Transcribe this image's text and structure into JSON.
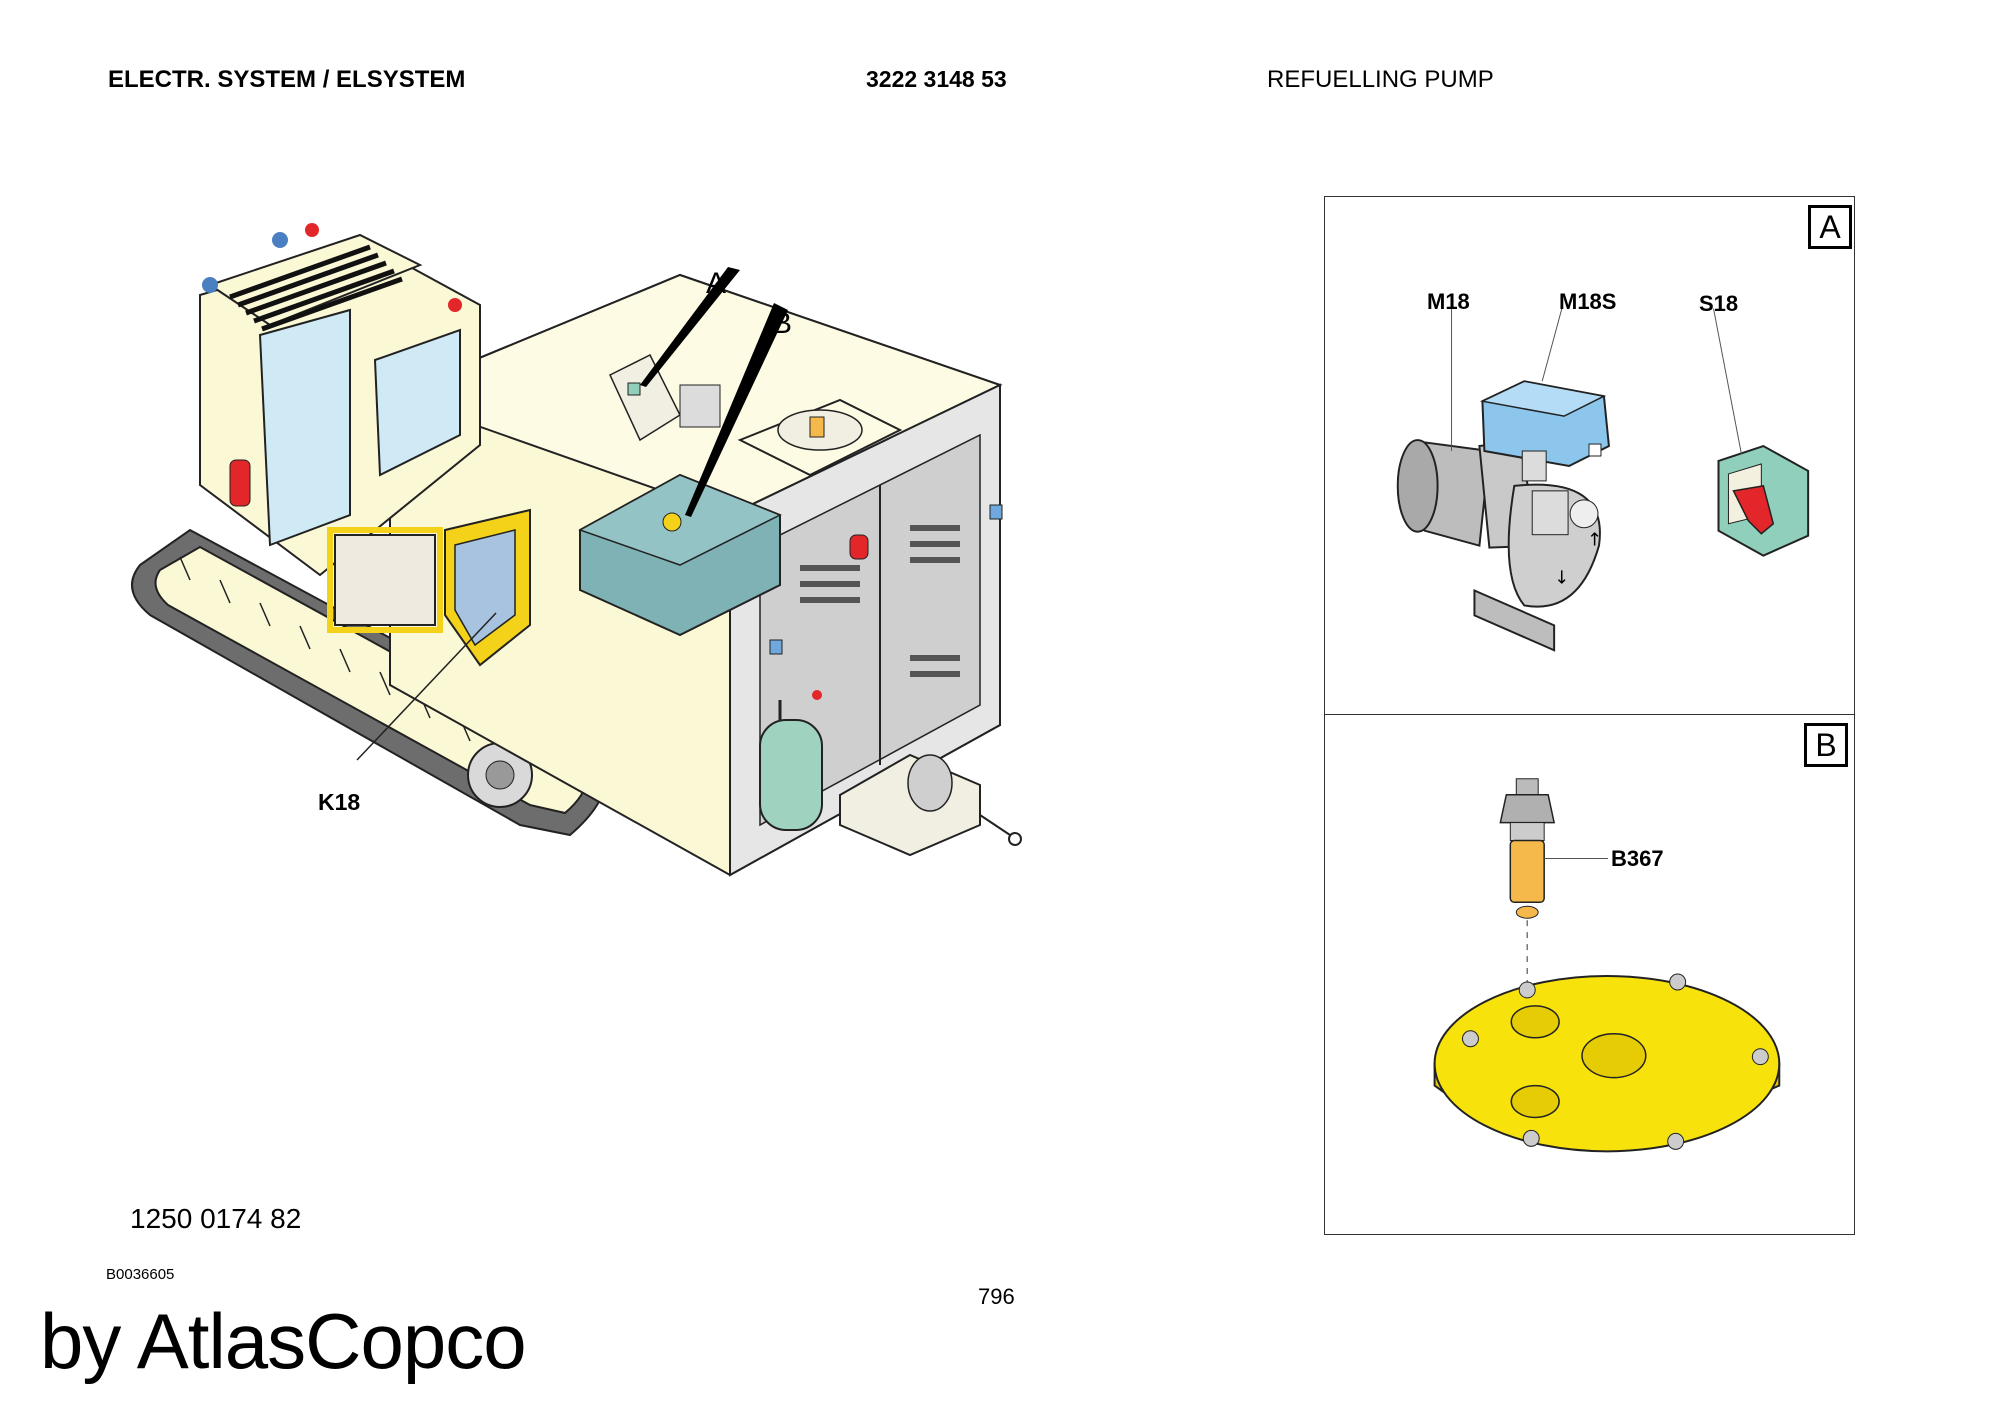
{
  "header": {
    "section": "ELECTR. SYSTEM / ELSYSTEM",
    "part_number": "3222 3148 53",
    "title": "REFUELLING PUMP"
  },
  "main_view": {
    "callout_a": "A",
    "callout_b": "B",
    "label_k18": "K18"
  },
  "detail_a": {
    "tag": "A",
    "labels": {
      "m18": "M18",
      "m18s": "M18S",
      "s18": "S18"
    }
  },
  "detail_b": {
    "tag": "B",
    "labels": {
      "b367": "B367"
    }
  },
  "footer": {
    "reference_code": "1250 0174 82",
    "figure_code": "B0036605",
    "page_number": "796",
    "brand": "by AtlasCopco"
  },
  "colors": {
    "machine_body": "#fbf8d6",
    "tank": "#7fb2b4",
    "cabinet_yellow": "#f4d21a",
    "motor_blue": "#9bd0f0",
    "switch_green": "#8fcfbb",
    "switch_red": "#e3262a",
    "sensor_orange": "#f5b84a",
    "plate_yellow": "#f7e20c",
    "accumulator_green": "#9fd3bf"
  }
}
